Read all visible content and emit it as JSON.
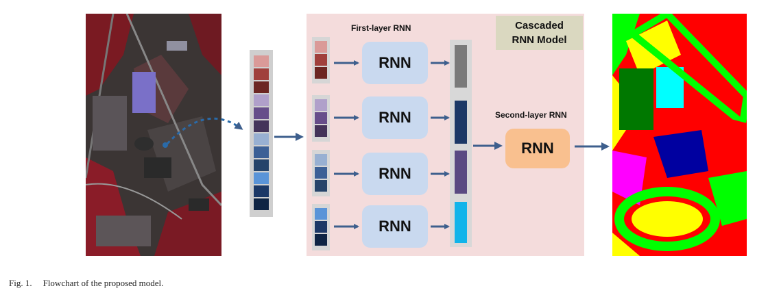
{
  "input_image": {
    "name": "false-color hyperspectral scene"
  },
  "output_image": {
    "name": "classification map"
  },
  "model": {
    "label_line1": "Cascaded",
    "label_line2": "RNN Model",
    "first_layer_label": "First-layer RNN",
    "second_layer_label": "Second-layer RNN",
    "rnn_label": "RNN"
  },
  "band_vector_colors": [
    "#da9a98",
    "#a0403c",
    "#6c2622",
    "#b0a0ca",
    "#664e8a",
    "#44345a",
    "#98b0d2",
    "#3c6096",
    "#26446a",
    "#5a94d8",
    "#1c3866",
    "#0e2444"
  ],
  "groups": [
    {
      "colors": [
        "#da9a98",
        "#a0403c",
        "#6c2622"
      ],
      "out_color": "#7a7a7a"
    },
    {
      "colors": [
        "#b0a0ca",
        "#664e8a",
        "#44345a"
      ],
      "out_color": "#1c3866"
    },
    {
      "colors": [
        "#98b0d2",
        "#3c6096",
        "#26446a"
      ],
      "out_color": "#5a4a82"
    },
    {
      "colors": [
        "#5a94d8",
        "#1c3866",
        "#0e2444"
      ],
      "out_color": "#10b4ea"
    }
  ],
  "colors": {
    "arrow": "#3e5f8d",
    "panel": "#f4dcdc",
    "rnn1": "#c9d9ef",
    "rnn2": "#f9c08f"
  },
  "caption": {
    "number": "Fig. 1.",
    "text": "Flowchart of the proposed model."
  }
}
